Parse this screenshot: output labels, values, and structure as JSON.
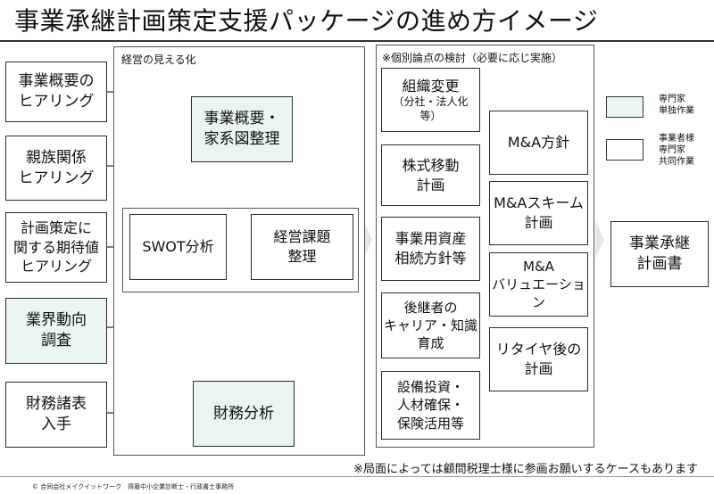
{
  "title": "事業承継計画策定支援パッケージの進め方イメージ",
  "left_inputs": {
    "hearing_overview": [
      "事業概要の",
      "ヒアリング"
    ],
    "hearing_family": [
      "親族関係",
      "ヒアリング"
    ],
    "hearing_expectation": [
      "計画策定に",
      "関する期待値",
      "ヒアリング"
    ],
    "industry_survey": [
      "業界動向",
      "調査"
    ],
    "financial_statements": [
      "財務諸表",
      "入手"
    ]
  },
  "visualization": {
    "label": "経営の見える化",
    "overview_organize": [
      "事業概要・",
      "家系図整理"
    ],
    "swot": "SWOT分析",
    "issues": [
      "経営課題",
      "整理"
    ],
    "financial_analysis": "財務分析"
  },
  "issues_review": {
    "label": "※個別論点の検討（必要に応じ実施）",
    "org_change": "組織変更",
    "org_change_note": [
      "（分社・法人化",
      "等）"
    ],
    "stock_transfer": [
      "株式移動",
      "計画"
    ],
    "business_assets": [
      "事業用資産",
      "相続方針等"
    ],
    "successor": [
      "後継者の",
      "キャリア・知識",
      "育成"
    ],
    "investment": [
      "設備投資・",
      "人材確保・",
      "保険活用等"
    ],
    "ma_policy": "M&A方針",
    "ma_scheme": [
      "M&Aスキーム",
      "計画"
    ],
    "ma_valuation": [
      "M&A",
      "バリュエーション"
    ],
    "retirement": [
      "リタイヤ後の",
      "計画"
    ]
  },
  "output": [
    "事業承継",
    "計画書"
  ],
  "legend": {
    "expert_only": [
      "専門家",
      "単独作業"
    ],
    "joint": [
      "事業者様",
      "専門家",
      "共同作業"
    ]
  },
  "note": "※局面によっては顧問税理士様に参画お願いするケースもあります",
  "copyright": "© 合同会社メイクイットワーク　齊藤中小企業診断士・行政書士事務所",
  "colors": {
    "shade": "#e9f5ef",
    "border": "#2b2b2b",
    "chevron": "#e6e6e6"
  }
}
